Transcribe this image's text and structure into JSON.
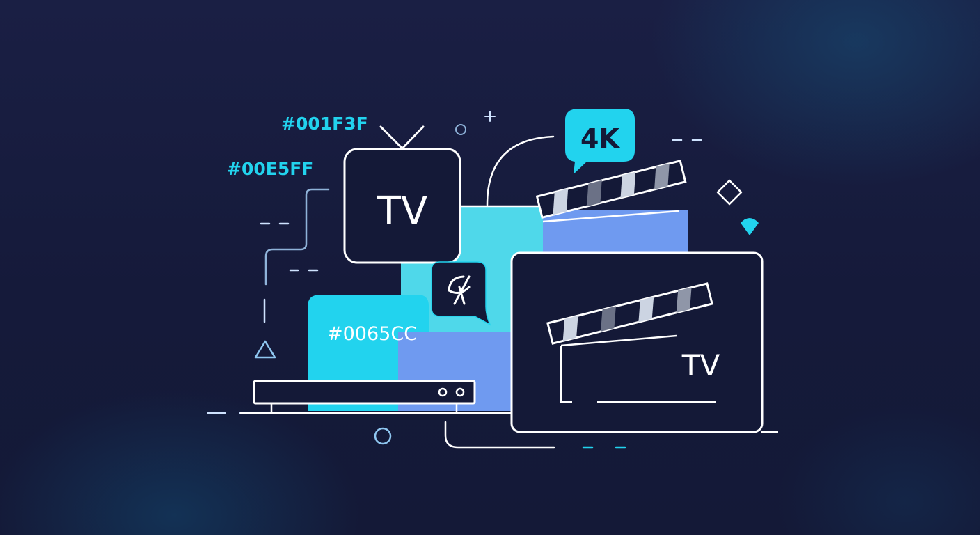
{
  "labels": {
    "hex_top": "#001F3F",
    "hex_mid": "#00E5FF",
    "hex_panel": "#0065CC",
    "tv_box": "TV",
    "tv_big": "TV",
    "badge_4k": "4K"
  },
  "icons": {
    "tv_antenna": "tv-antenna-icon",
    "satellite": "satellite-dish-icon",
    "clapperboard": "clapperboard-icon",
    "wifi": "wifi-signal-icon"
  },
  "colors": {
    "background": "#161a3a",
    "cyan": "#22d3ee",
    "blue_panel": "#6f9af0",
    "line": "#ffffff",
    "muted_line": "#8fb3d9"
  }
}
